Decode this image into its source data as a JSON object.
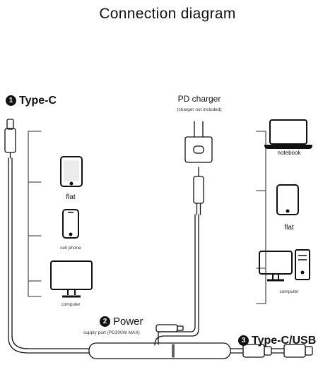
{
  "title": "Connection diagram",
  "sections": {
    "type_c": {
      "number": "1",
      "label": "Type-C"
    },
    "pd_charger": {
      "label": "PD charger",
      "note": "(charger not included)"
    },
    "power": {
      "number": "2",
      "label": "Power",
      "note": "supply port (PD100W MAX)"
    },
    "type_c_usb": {
      "number": "3",
      "label": "Type-C/USB"
    }
  },
  "left_devices": [
    {
      "label": "flat",
      "icon": "tablet-icon"
    },
    {
      "label": "cell phone",
      "icon": "phone-icon"
    },
    {
      "label": "computer",
      "icon": "monitor-icon"
    }
  ],
  "right_devices": [
    {
      "label": "notebook",
      "icon": "laptop-icon"
    },
    {
      "label": "flat",
      "icon": "tablet-icon"
    },
    {
      "label": "computer",
      "icon": "desktop-computer-icon"
    }
  ],
  "colors": {
    "line": "#111111",
    "bracket": "#555555"
  }
}
